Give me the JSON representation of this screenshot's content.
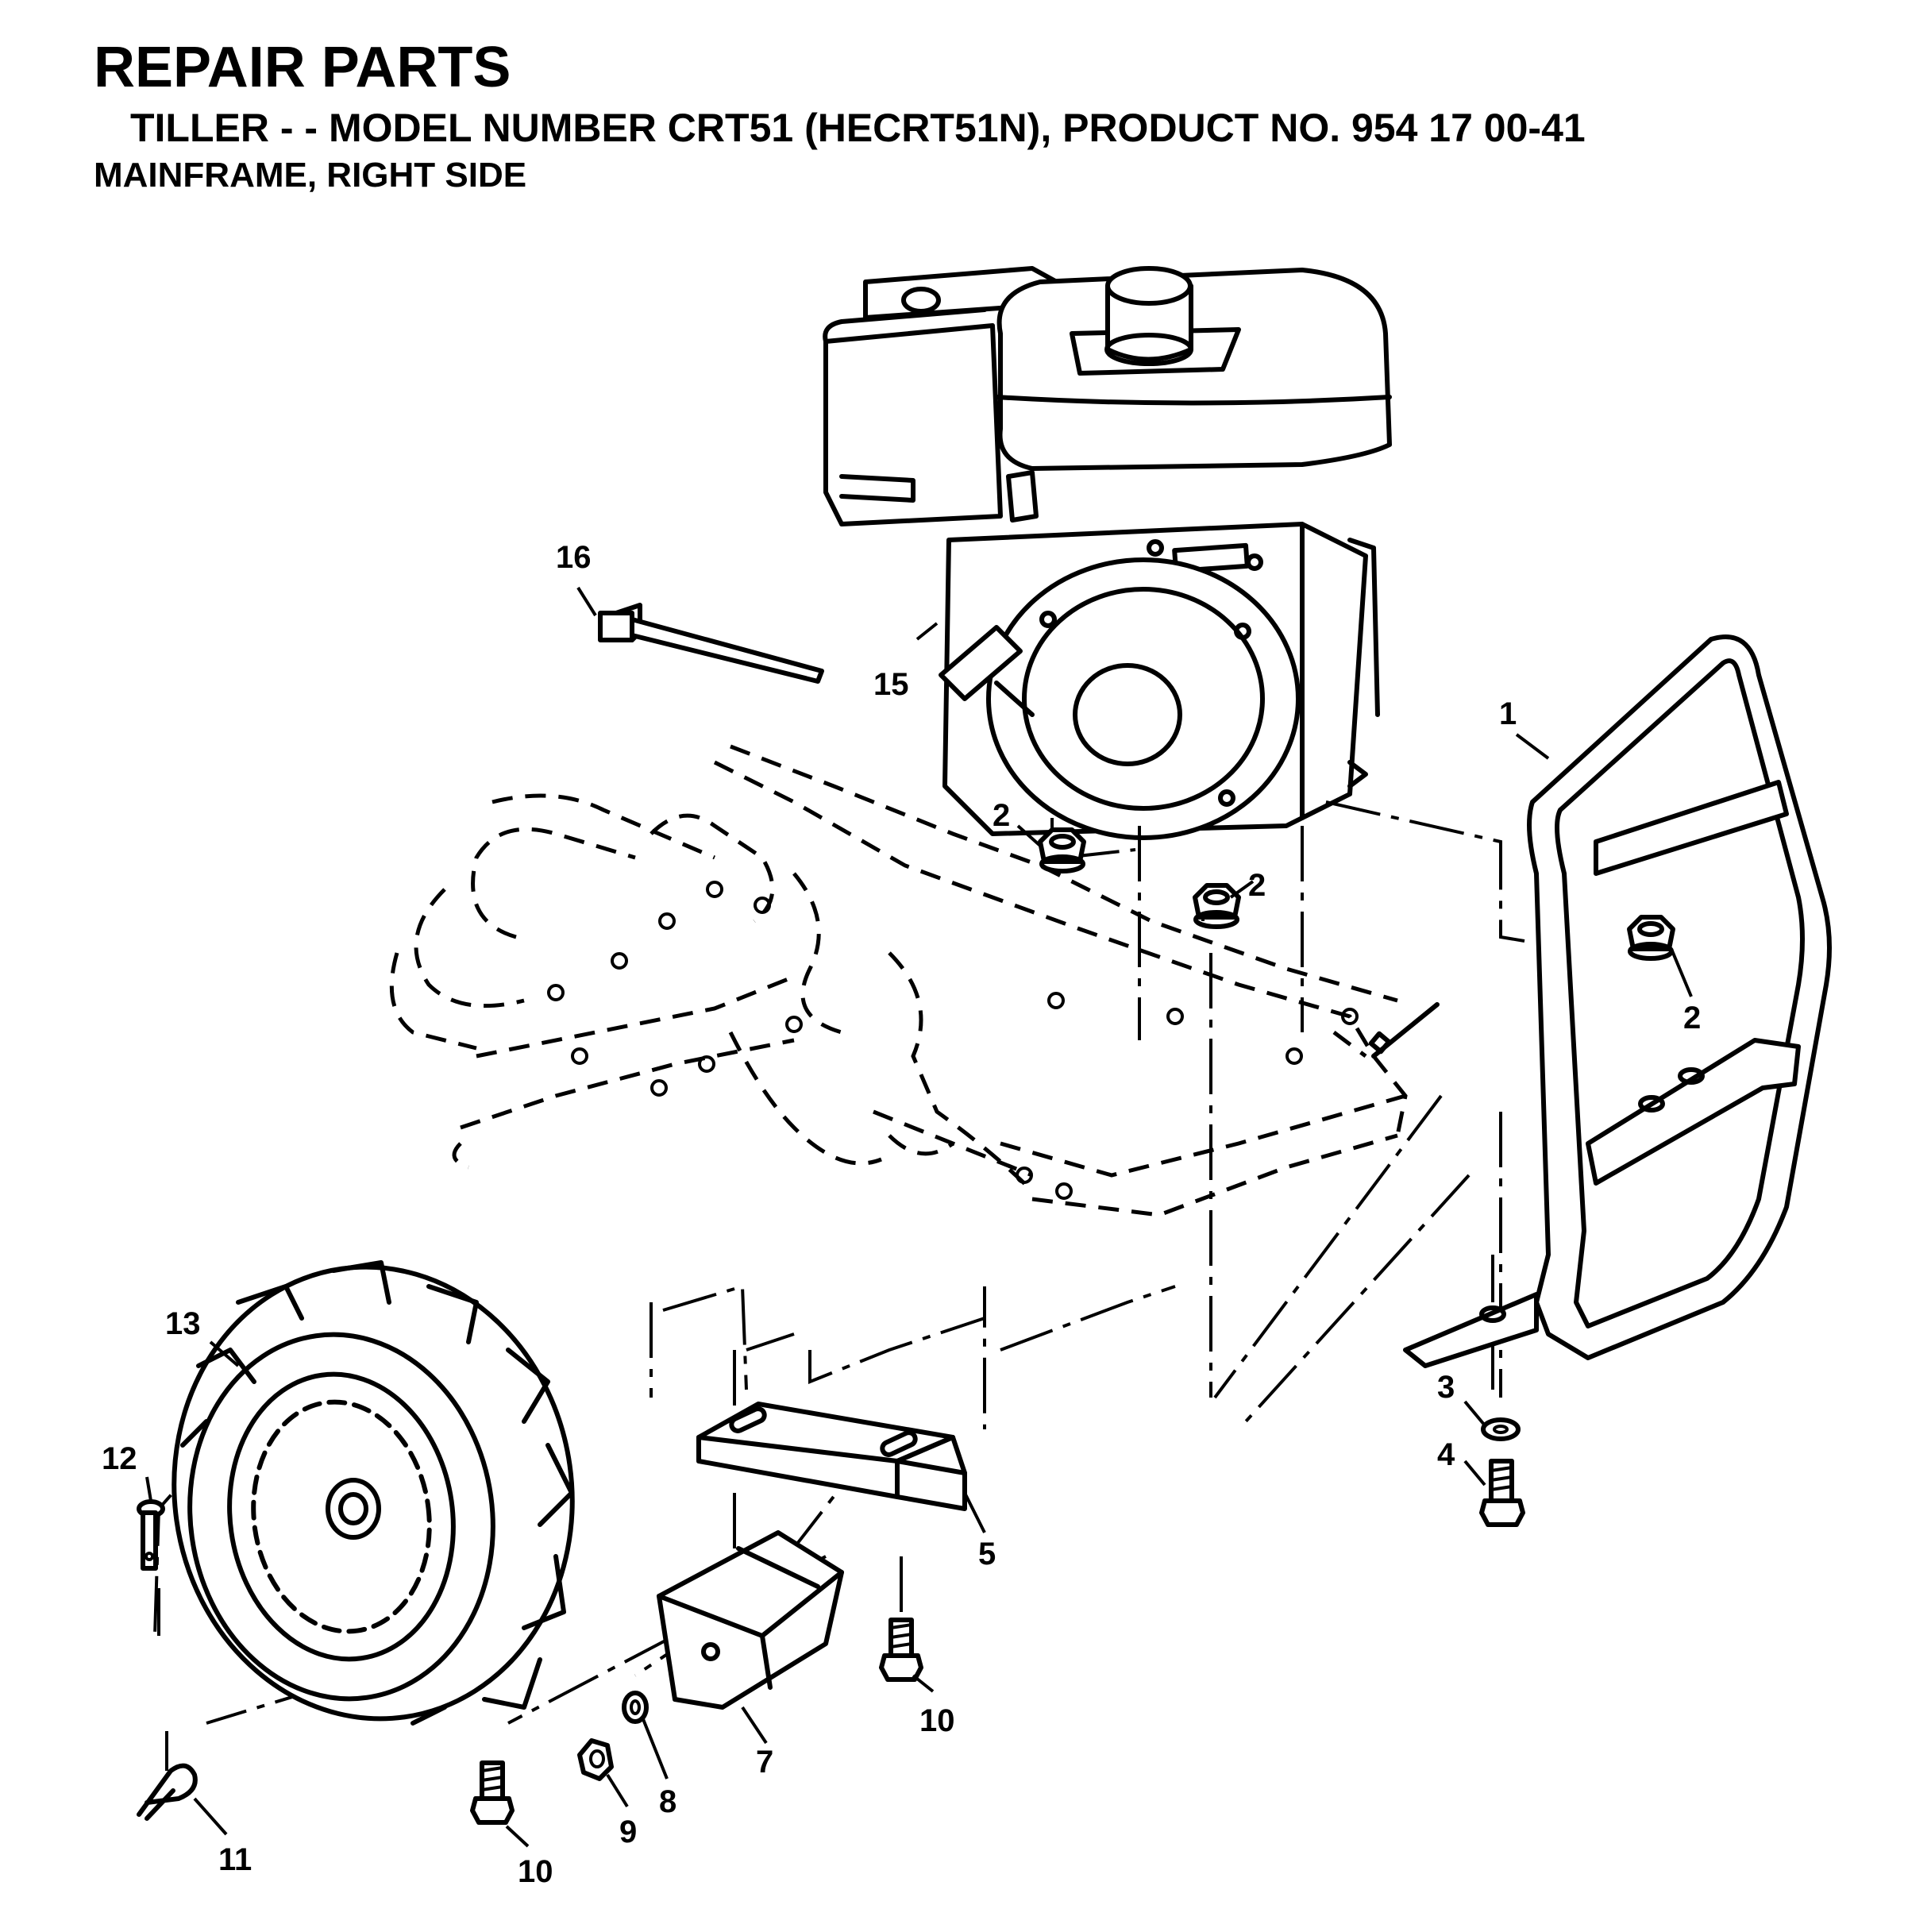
{
  "header": {
    "title": "REPAIR PARTS",
    "subtitle": "TILLER - - MODEL NUMBER CRT51 (HECRT51N), PRODUCT NO. 954 17 00-41",
    "section": "MAINFRAME, RIGHT SIDE"
  },
  "callouts": {
    "c1": "1",
    "c2a": "2",
    "c2b": "2",
    "c2c": "2",
    "c3": "3",
    "c4": "4",
    "c5": "5",
    "c7": "7",
    "c8": "8",
    "c9": "9",
    "c10a": "10",
    "c10b": "10",
    "c11": "11",
    "c12": "12",
    "c13": "13",
    "c15": "15",
    "c16": "16"
  }
}
